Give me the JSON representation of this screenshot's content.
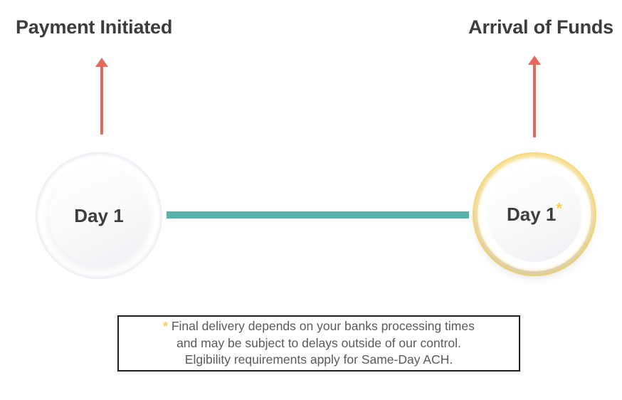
{
  "headings": {
    "left": "Payment Initiated",
    "right": "Arrival of Funds"
  },
  "nodes": {
    "start": {
      "label": "Day 1",
      "asterisk": "",
      "ring_color": "#C5CDDF",
      "fill_color": "#F2F4F6"
    },
    "end": {
      "label": "Day 1",
      "asterisk": "*",
      "ring_color": "#FAD04D",
      "fill_color": "#F2F4F6"
    }
  },
  "connector": {
    "color": "#58B2A7"
  },
  "arrows": {
    "color": "#E4695B",
    "left_name": "payment-initiated-arrow",
    "right_name": "arrival-of-funds-arrow"
  },
  "footnote": {
    "marker": "*",
    "line1": "Final delivery depends on your banks processing times",
    "line2": "and may be subject to delays outside of our control.",
    "line3": "Elgibility requirements apply for Same-Day ACH.",
    "marker_color": "#FAD04D",
    "text_color": "#5A5A5C",
    "border_color": "#1E1E1E"
  },
  "colors": {
    "background": "#FFFFFF",
    "heading_text": "#3D3D3F"
  }
}
